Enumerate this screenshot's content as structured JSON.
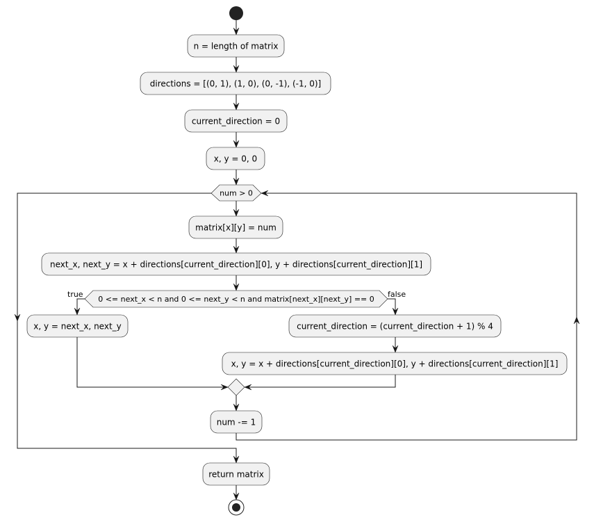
{
  "nodes": {
    "n_len": "n = length of matrix",
    "directions": "directions = [(0, 1), (1, 0), (0, -1), (-1, 0)]",
    "cur_dir": "current_direction = 0",
    "xy_init": "x, y = 0, 0",
    "assign": "matrix[x][y] = num",
    "next_xy": "next_x, next_y = x + directions[current_direction][0], y + directions[current_direction][1]",
    "move": "x, y = next_x, next_y",
    "turn": "current_direction = (current_direction + 1) % 4",
    "move_after_turn": "x, y = x + directions[current_direction][0], y + directions[current_direction][1]",
    "decrement": "num -= 1",
    "return": "return matrix"
  },
  "conditions": {
    "loop": "num > 0",
    "bounds": "0 <= next_x < n and 0 <= next_y < n and matrix[next_x][next_y] == 0"
  },
  "branches": {
    "true": "true",
    "false": "false"
  },
  "colors": {
    "node_fill": "#f1f1f1",
    "stroke": "#181818",
    "terminal": "#222222"
  }
}
